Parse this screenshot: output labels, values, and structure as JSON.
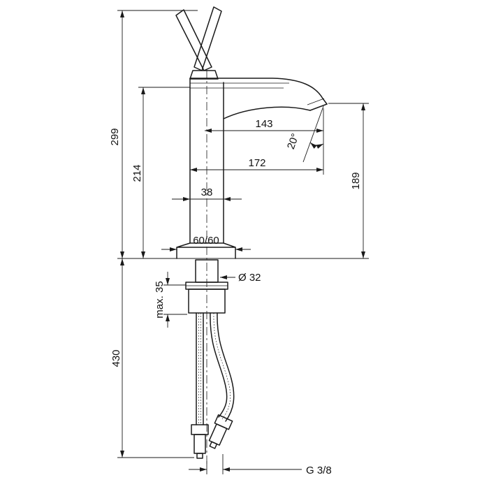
{
  "dimensions": {
    "overall_height": "299",
    "spout_top_height": "214",
    "spout_reach": "143",
    "spout_reach_total": "172",
    "spout_angle": "20°",
    "outlet_height": "189",
    "body_width": "38",
    "base_footprint": "60/60",
    "shank_diameter": "Ø 32",
    "max_deck_thickness": "max. 35",
    "hose_length": "430",
    "connection_thread": "G 3/8"
  }
}
